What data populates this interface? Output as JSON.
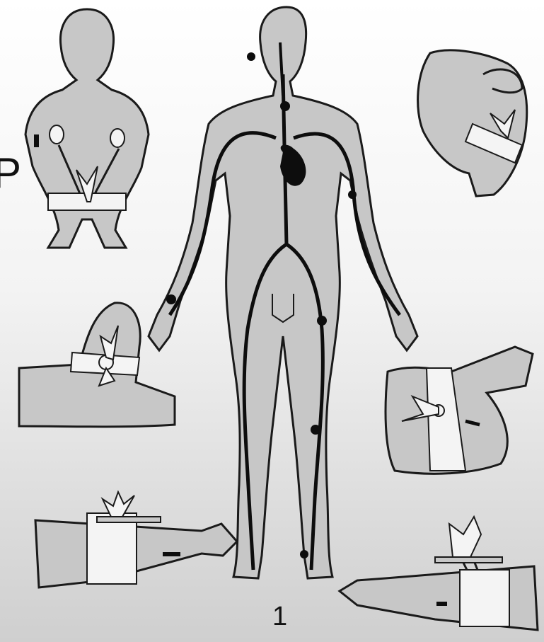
{
  "figure": {
    "number_label": "1",
    "edge_glyph": "P"
  },
  "palette": {
    "skin": "#c7c7c7",
    "outline": "#1a1a1a",
    "artery": "#0d0d0d",
    "bandage": "#f4f4f4"
  },
  "panels": [
    "tourniquet-arms-behind-back",
    "tourniquet-shoulder-armpit",
    "tourniquet-thigh-twist",
    "tourniquet-knee-flexion",
    "tourniquet-upper-arm-stick",
    "tourniquet-forearm-stick",
    "human-body-arterial-pressure-points"
  ]
}
